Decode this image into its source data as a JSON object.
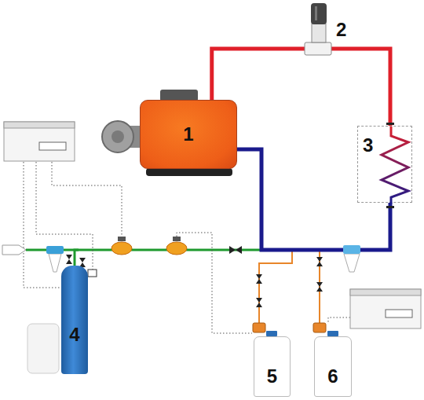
{
  "diagram": {
    "nodes": [
      {
        "text": [
          "1"
        ]
      },
      {
        "text": [
          "3"
        ]
      },
      {
        "text": [
          "4"
        ]
      },
      {
        "text": [
          "5"
        ]
      },
      {
        "text": [
          "6"
        ]
      }
    ],
    "edges": [
      {
        "from": 2,
        "to": 0,
        "arrow": "none"
      },
      {
        "from": 3,
        "to": 0,
        "arrow": "none"
      },
      {
        "from": 4,
        "to": 0,
        "arrow": "none"
      },
      {
        "from": 0,
        "to": 1,
        "arrow": "none"
      },
      {
        "from": 1,
        "to": 0,
        "arrow": "none"
      }
    ],
    "labels": [
      "2"
    ]
  }
}
